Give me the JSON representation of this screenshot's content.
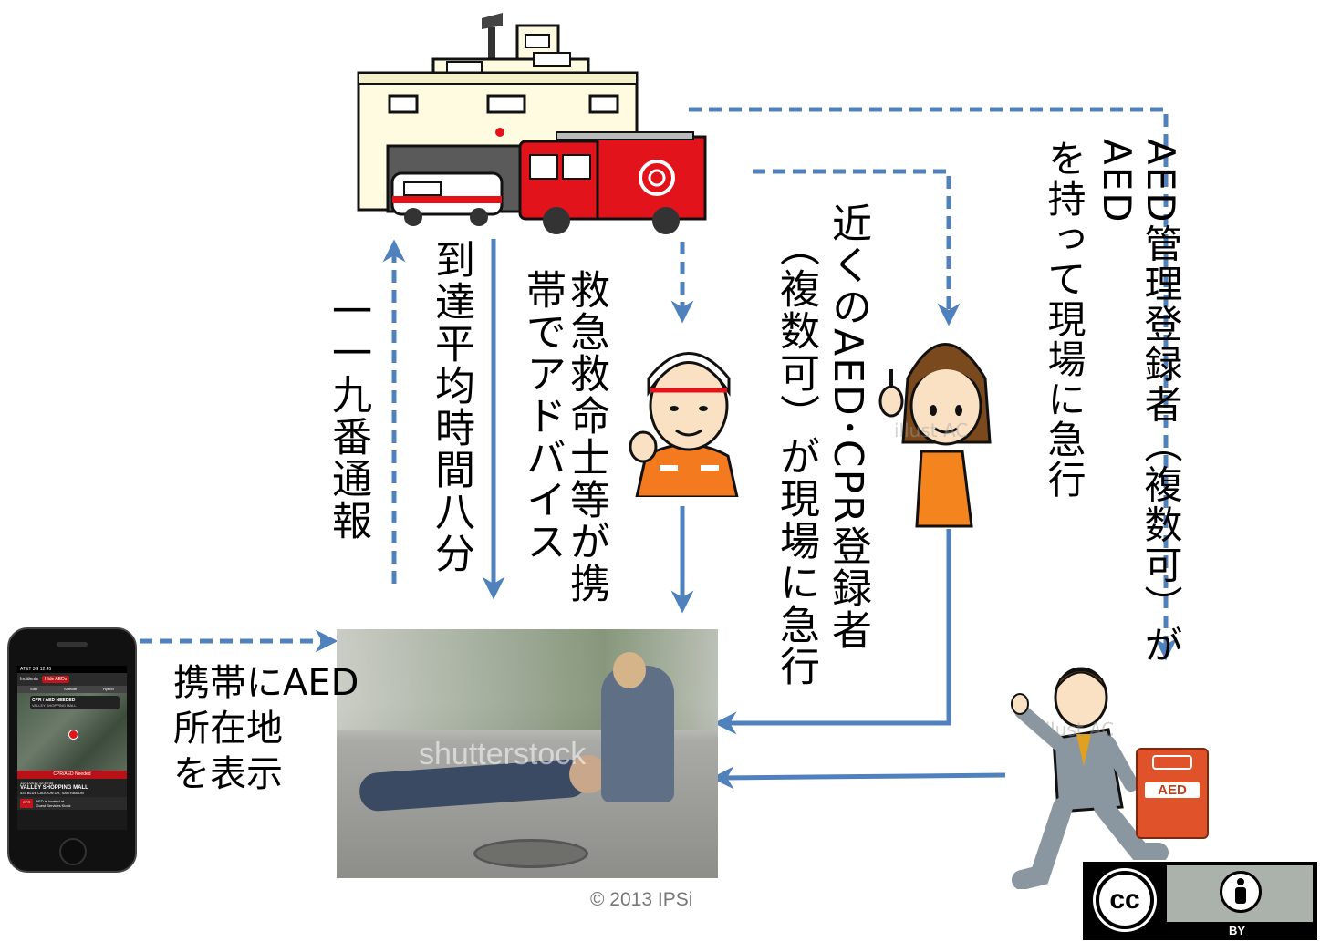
{
  "labels": {
    "call_119": "一一九番通報",
    "arrival_time": "到達平均時間八分",
    "paramedic_advice": "救急救命士等が携帯でアドバイス",
    "nearby_registrant_1": "近くのAED･CPR登録者",
    "nearby_registrant_2": "（複数可）が現場に急行",
    "aed_manager_1": "AED管理登録者（複数可）がAED",
    "aed_manager_2": "を持って現場に急行",
    "phone_display_1": "携帯にAED",
    "phone_display_2": "所在地",
    "phone_display_3": "を表示",
    "copyright": "© 2013 IPSi"
  },
  "photo_watermark": "shutterstock",
  "illust_watermark_1": "illust AC",
  "illust_watermark_2": "illust AC",
  "aed_box_label": "AED",
  "phone_screen": {
    "status": "AT&T 3G  12:45",
    "tab_incidents": "Incidents",
    "tab_hide_aeds": "Hide AEDs",
    "map_tabs": [
      "Map",
      "Satellite",
      "Hybrid"
    ],
    "alert_title": "CPR / AED NEEDED",
    "alert_place": "VALLEY SHOPPING MALL",
    "banner": "CPR/AED Needed",
    "incident_time": "12/11/2012 12:45:55",
    "incident_place": "VALLEY SHOPPING MALL",
    "incident_addr": "537 BLUE LAGOON DR, SAN RAMON",
    "aed_location_1": "AED is located at",
    "aed_location_2": "Guest Services Kiosk",
    "cpr_button": "CPR"
  },
  "cc_badge": {
    "cc": "cc",
    "by": "BY"
  },
  "colors": {
    "arrow": "#4f81bd",
    "firetruck": "#e2131a",
    "building": "#fffbe0",
    "aed": "#e0522a"
  }
}
